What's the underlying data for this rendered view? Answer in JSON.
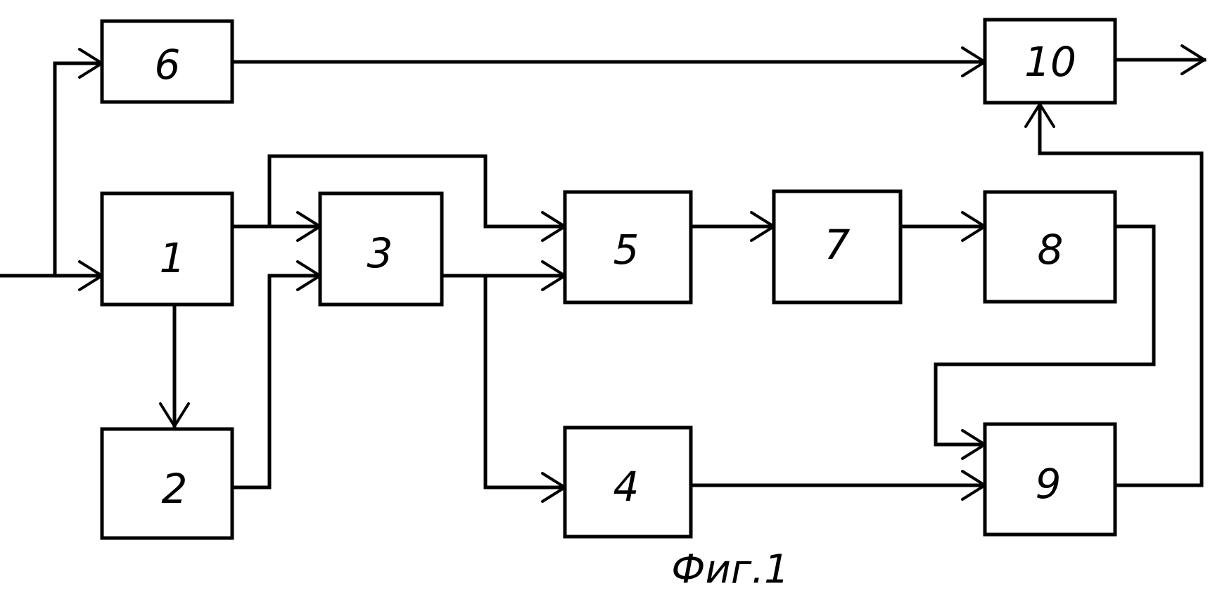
{
  "blocks": [
    {
      "id": "b1",
      "label": "1"
    },
    {
      "id": "b2",
      "label": "2"
    },
    {
      "id": "b3",
      "label": "3"
    },
    {
      "id": "b4",
      "label": "4"
    },
    {
      "id": "b5",
      "label": "5"
    },
    {
      "id": "b6",
      "label": "6"
    },
    {
      "id": "b7",
      "label": "7"
    },
    {
      "id": "b8",
      "label": "8"
    },
    {
      "id": "b9",
      "label": "9"
    },
    {
      "id": "b10",
      "label": "10"
    }
  ],
  "connections": [
    {
      "from": "input",
      "to": "b1"
    },
    {
      "from": "input",
      "to": "b6"
    },
    {
      "from": "b1",
      "to": "b2"
    },
    {
      "from": "b1",
      "to": "b3"
    },
    {
      "from": "b1",
      "to": "b5"
    },
    {
      "from": "b2",
      "to": "b3"
    },
    {
      "from": "b3",
      "to": "b5"
    },
    {
      "from": "b3",
      "to": "b4"
    },
    {
      "from": "b5",
      "to": "b7"
    },
    {
      "from": "b7",
      "to": "b8"
    },
    {
      "from": "b8",
      "to": "b9"
    },
    {
      "from": "b4",
      "to": "b9"
    },
    {
      "from": "b9",
      "to": "b10"
    },
    {
      "from": "b6",
      "to": "b10"
    },
    {
      "from": "b10",
      "to": "output"
    }
  ],
  "caption": "Фиг.1"
}
